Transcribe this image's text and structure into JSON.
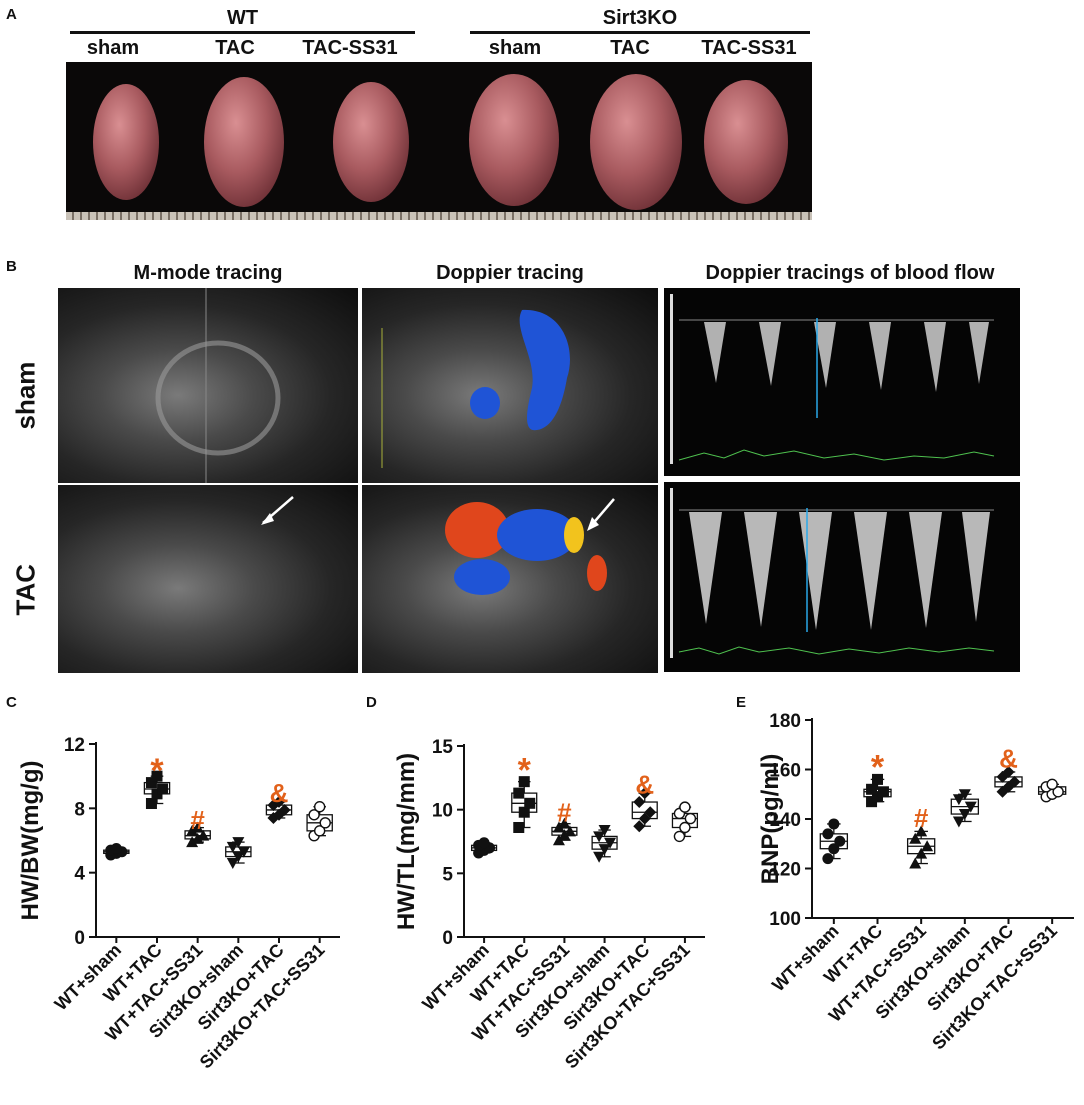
{
  "panel_A": {
    "label": "A",
    "groups": [
      {
        "name": "WT",
        "conditions": [
          "sham",
          "TAC",
          "TAC-SS31"
        ]
      },
      {
        "name": "Sirt3KO",
        "conditions": [
          "sham",
          "TAC",
          "TAC-SS31"
        ]
      }
    ]
  },
  "panel_B": {
    "label": "B",
    "column_titles": [
      "M-mode tracing",
      "Doppier tracing",
      "Doppier tracings of blood flow"
    ],
    "row_labels": [
      "sham",
      "TAC"
    ]
  },
  "colors": {
    "annotation": "#e2611a",
    "doppler_blue": "#1f54d6",
    "doppler_red": "#e0461c",
    "trace_green": "#4fc24f"
  },
  "chart_data": [
    {
      "panel": "C",
      "type": "box",
      "ylabel": "HW/BW(mg/g)",
      "ylim": [
        0,
        12
      ],
      "yticks": [
        "0",
        "4",
        "8",
        "12"
      ],
      "categories": [
        "WT+sham",
        "WT+TAC",
        "WT+TAC+SS31",
        "Sirt3KO+sham",
        "Sirt3KO+TAC",
        "Sirt3KO+TAC+SS31"
      ],
      "markers": [
        "circle",
        "square",
        "triangle",
        "triangle-down",
        "diamond",
        "circle-open"
      ],
      "series": [
        {
          "values": [
            5.1,
            5.2,
            5.3,
            5.4,
            5.5
          ]
        },
        {
          "values": [
            8.3,
            8.9,
            9.2,
            9.6,
            10.0
          ]
        },
        {
          "values": [
            5.9,
            6.1,
            6.3,
            6.6,
            6.8
          ]
        },
        {
          "values": [
            4.6,
            5.0,
            5.3,
            5.6,
            5.9
          ]
        },
        {
          "values": [
            7.4,
            7.6,
            7.9,
            8.2,
            8.4
          ]
        },
        {
          "values": [
            6.3,
            6.6,
            7.1,
            7.6,
            8.1
          ]
        }
      ],
      "annotations": [
        {
          "category": "WT+TAC",
          "text": "*",
          "y": 10.5
        },
        {
          "category": "WT+TAC+SS31",
          "text": "#",
          "y": 7.2
        },
        {
          "category": "Sirt3KO+TAC",
          "text": "&",
          "y": 8.9
        }
      ]
    },
    {
      "panel": "D",
      "type": "box",
      "ylabel": "HW/TL(mg/mm)",
      "ylim": [
        0,
        15
      ],
      "yticks": [
        "0",
        "5",
        "10",
        "15"
      ],
      "categories": [
        "WT+sham",
        "WT+TAC",
        "WT+TAC+SS31",
        "Sirt3KO+sham",
        "Sirt3KO+TAC",
        "Sirt3KO+TAC+SS31"
      ],
      "markers": [
        "circle",
        "square",
        "triangle",
        "triangle-down",
        "diamond",
        "circle-open"
      ],
      "series": [
        {
          "values": [
            6.6,
            6.8,
            7.0,
            7.2,
            7.4
          ]
        },
        {
          "values": [
            8.6,
            9.8,
            10.5,
            11.3,
            12.2
          ]
        },
        {
          "values": [
            7.6,
            8.0,
            8.3,
            8.6,
            8.9
          ]
        },
        {
          "values": [
            6.3,
            6.9,
            7.4,
            7.9,
            8.4
          ]
        },
        {
          "values": [
            8.7,
            9.3,
            9.8,
            10.6,
            11.3
          ]
        },
        {
          "values": [
            7.9,
            8.6,
            9.3,
            9.7,
            10.2
          ]
        }
      ],
      "annotations": [
        {
          "category": "WT+TAC",
          "text": "*",
          "y": 13.3
        },
        {
          "category": "WT+TAC+SS31",
          "text": "#",
          "y": 9.7
        },
        {
          "category": "Sirt3KO+TAC",
          "text": "&",
          "y": 11.9
        }
      ]
    },
    {
      "panel": "E",
      "type": "box",
      "ylabel": "BNP(pg/ml)",
      "ylim": [
        100,
        180
      ],
      "yticks": [
        "100",
        "120",
        "140",
        "160",
        "180"
      ],
      "categories": [
        "WT+sham",
        "WT+TAC",
        "WT+TAC+SS31",
        "Sirt3KO+sham",
        "Sirt3KO+TAC",
        "Sirt3KO+TAC+SS31"
      ],
      "markers": [
        "circle",
        "square",
        "triangle",
        "triangle-down",
        "diamond",
        "circle-open"
      ],
      "series": [
        {
          "values": [
            124,
            128,
            131,
            134,
            138
          ]
        },
        {
          "values": [
            147,
            149,
            151,
            152,
            156
          ]
        },
        {
          "values": [
            122,
            126,
            129,
            132,
            135
          ]
        },
        {
          "values": [
            139,
            142,
            145,
            148,
            150
          ]
        },
        {
          "values": [
            151,
            153,
            155,
            157,
            159
          ]
        },
        {
          "values": [
            149,
            150,
            151,
            153,
            154
          ]
        }
      ],
      "annotations": [
        {
          "category": "WT+TAC",
          "text": "*",
          "y": 162
        },
        {
          "category": "WT+TAC+SS31",
          "text": "#",
          "y": 140
        },
        {
          "category": "Sirt3KO+TAC",
          "text": "&",
          "y": 164
        }
      ]
    }
  ]
}
